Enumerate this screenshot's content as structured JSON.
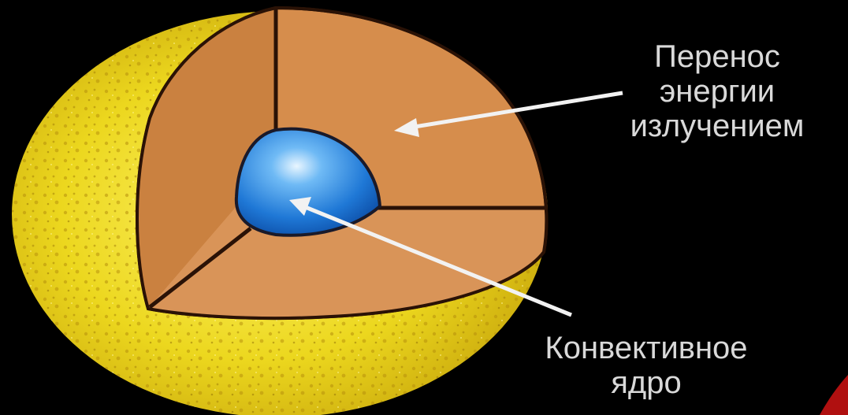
{
  "labels": {
    "radiation": [
      "Перенос",
      "энергии",
      "излучением"
    ],
    "core": [
      "Конвективное",
      "ядро"
    ]
  },
  "colors": {
    "background": "#000000",
    "convective_envelope": "#e8d820",
    "radiative_zone": "#d68d4c",
    "core": "#2e86e0",
    "arrow": "#f2f2f2",
    "text": "#d9d9d9"
  }
}
